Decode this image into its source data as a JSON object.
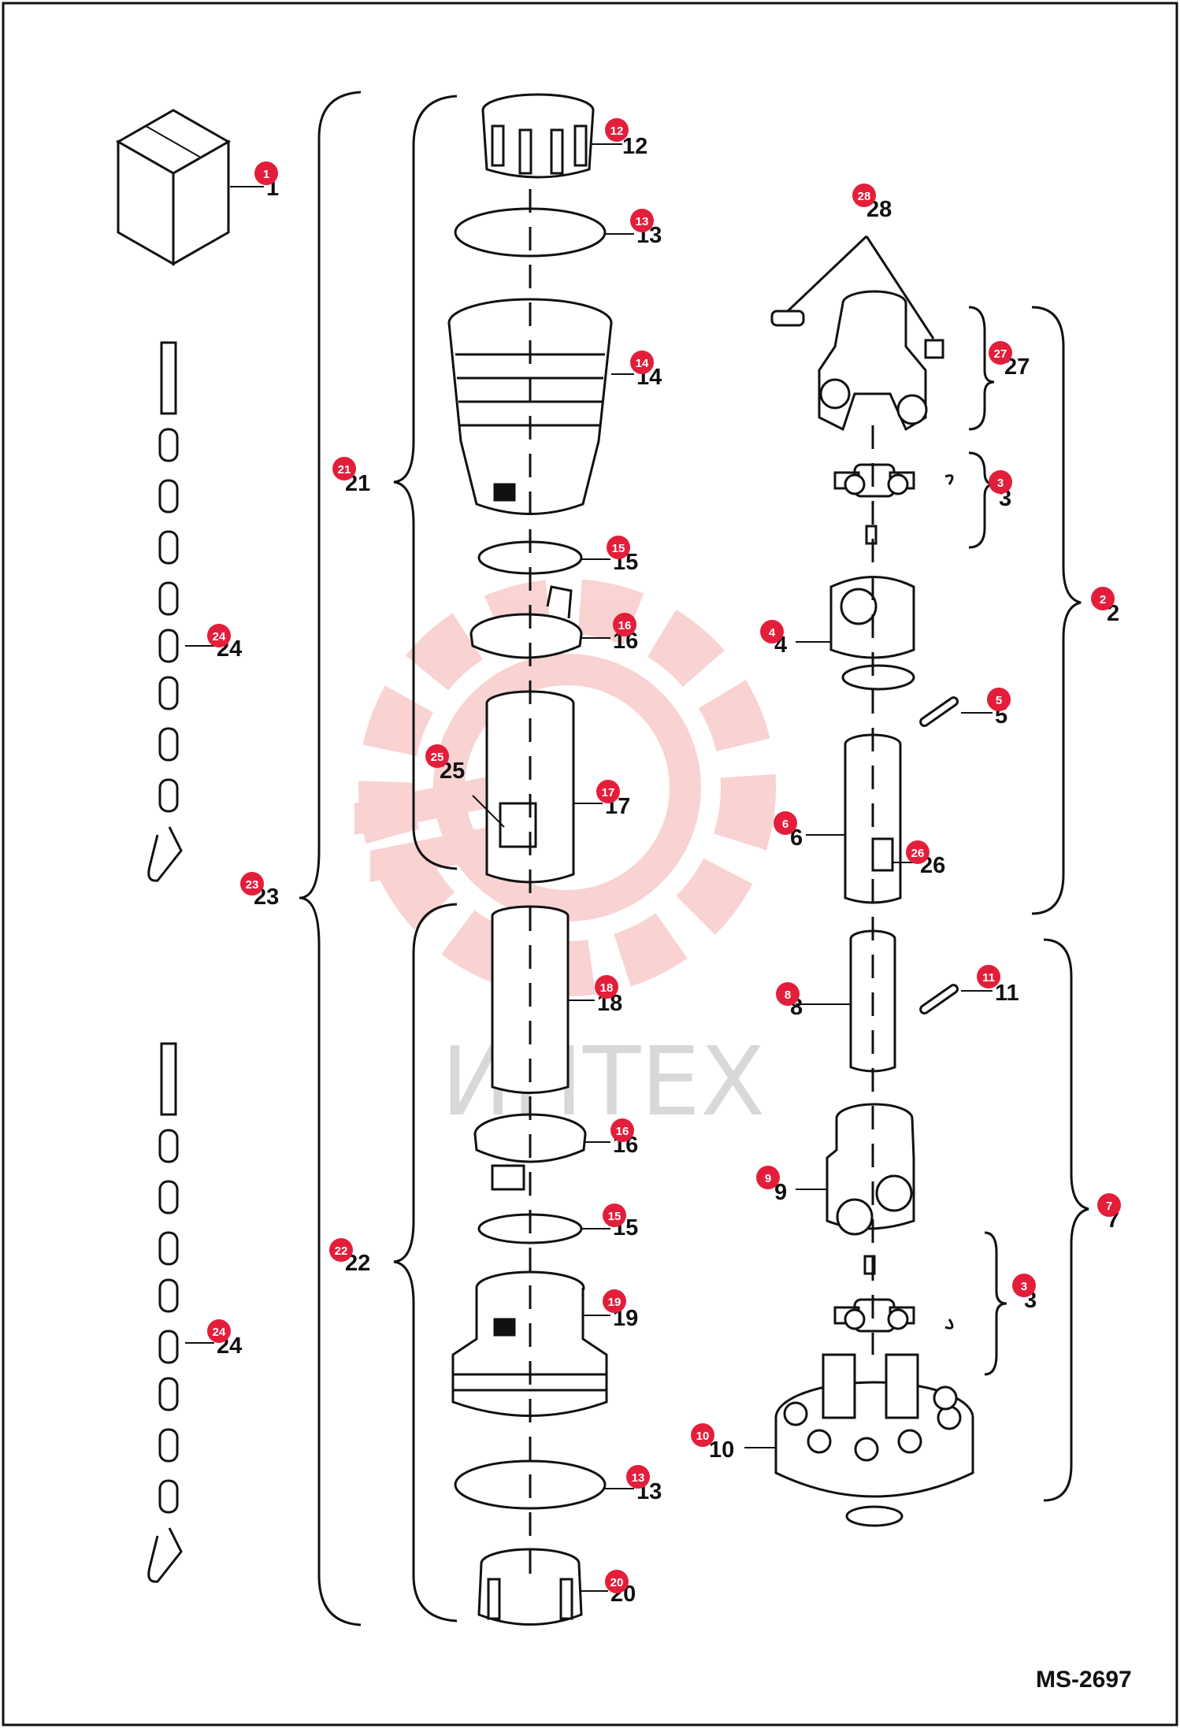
{
  "diagram_code": "MS-2697",
  "watermark": "ИНТЕХ",
  "parts": [
    {
      "id": "1",
      "label": "1"
    },
    {
      "id": "2",
      "label": "2"
    },
    {
      "id": "3a",
      "label": "3"
    },
    {
      "id": "3b",
      "label": "3"
    },
    {
      "id": "4",
      "label": "4"
    },
    {
      "id": "5",
      "label": "5"
    },
    {
      "id": "6",
      "label": "6"
    },
    {
      "id": "7",
      "label": "7"
    },
    {
      "id": "8",
      "label": "8"
    },
    {
      "id": "9",
      "label": "9"
    },
    {
      "id": "10",
      "label": "10"
    },
    {
      "id": "11",
      "label": "11"
    },
    {
      "id": "12",
      "label": "12"
    },
    {
      "id": "13a",
      "label": "13"
    },
    {
      "id": "13b",
      "label": "13"
    },
    {
      "id": "14",
      "label": "14"
    },
    {
      "id": "15a",
      "label": "15"
    },
    {
      "id": "15b",
      "label": "15"
    },
    {
      "id": "16a",
      "label": "16"
    },
    {
      "id": "16b",
      "label": "16"
    },
    {
      "id": "17",
      "label": "17"
    },
    {
      "id": "18",
      "label": "18"
    },
    {
      "id": "19",
      "label": "19"
    },
    {
      "id": "20",
      "label": "20"
    },
    {
      "id": "21",
      "label": "21"
    },
    {
      "id": "22",
      "label": "22"
    },
    {
      "id": "23",
      "label": "23"
    },
    {
      "id": "24a",
      "label": "24"
    },
    {
      "id": "24b",
      "label": "24"
    },
    {
      "id": "25",
      "label": "25"
    },
    {
      "id": "26",
      "label": "26"
    },
    {
      "id": "27",
      "label": "27"
    },
    {
      "id": "28",
      "label": "28"
    }
  ],
  "colors": {
    "badge": "#e31e3a",
    "line": "#111111",
    "frame": "#111111",
    "watermark": "#f3b3b3"
  }
}
